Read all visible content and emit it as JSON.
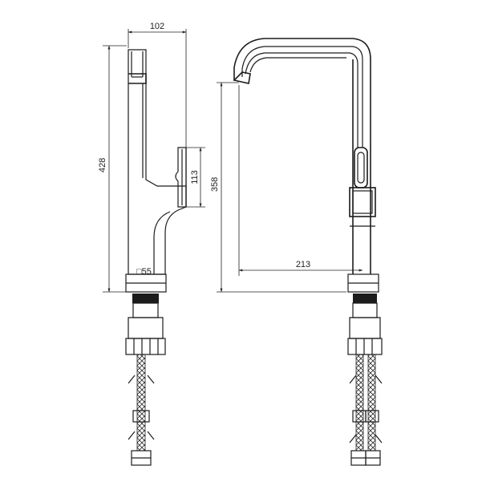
{
  "drawing": {
    "dimensions": {
      "width_top": "102",
      "height_total": "428",
      "handle_height": "113",
      "base_square": "□55",
      "spout_height": "358",
      "spout_reach": "213"
    }
  }
}
